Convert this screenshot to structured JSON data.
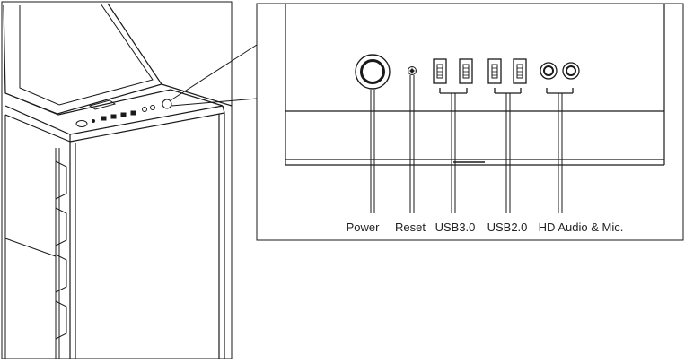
{
  "labels": {
    "power": "Power",
    "reset": "Reset",
    "usb3": "USB3.0",
    "usb2": "USB2.0",
    "audio": "HD Audio & Mic."
  },
  "colors": {
    "line": "#1a1a1a",
    "fill": "#ffffff"
  }
}
